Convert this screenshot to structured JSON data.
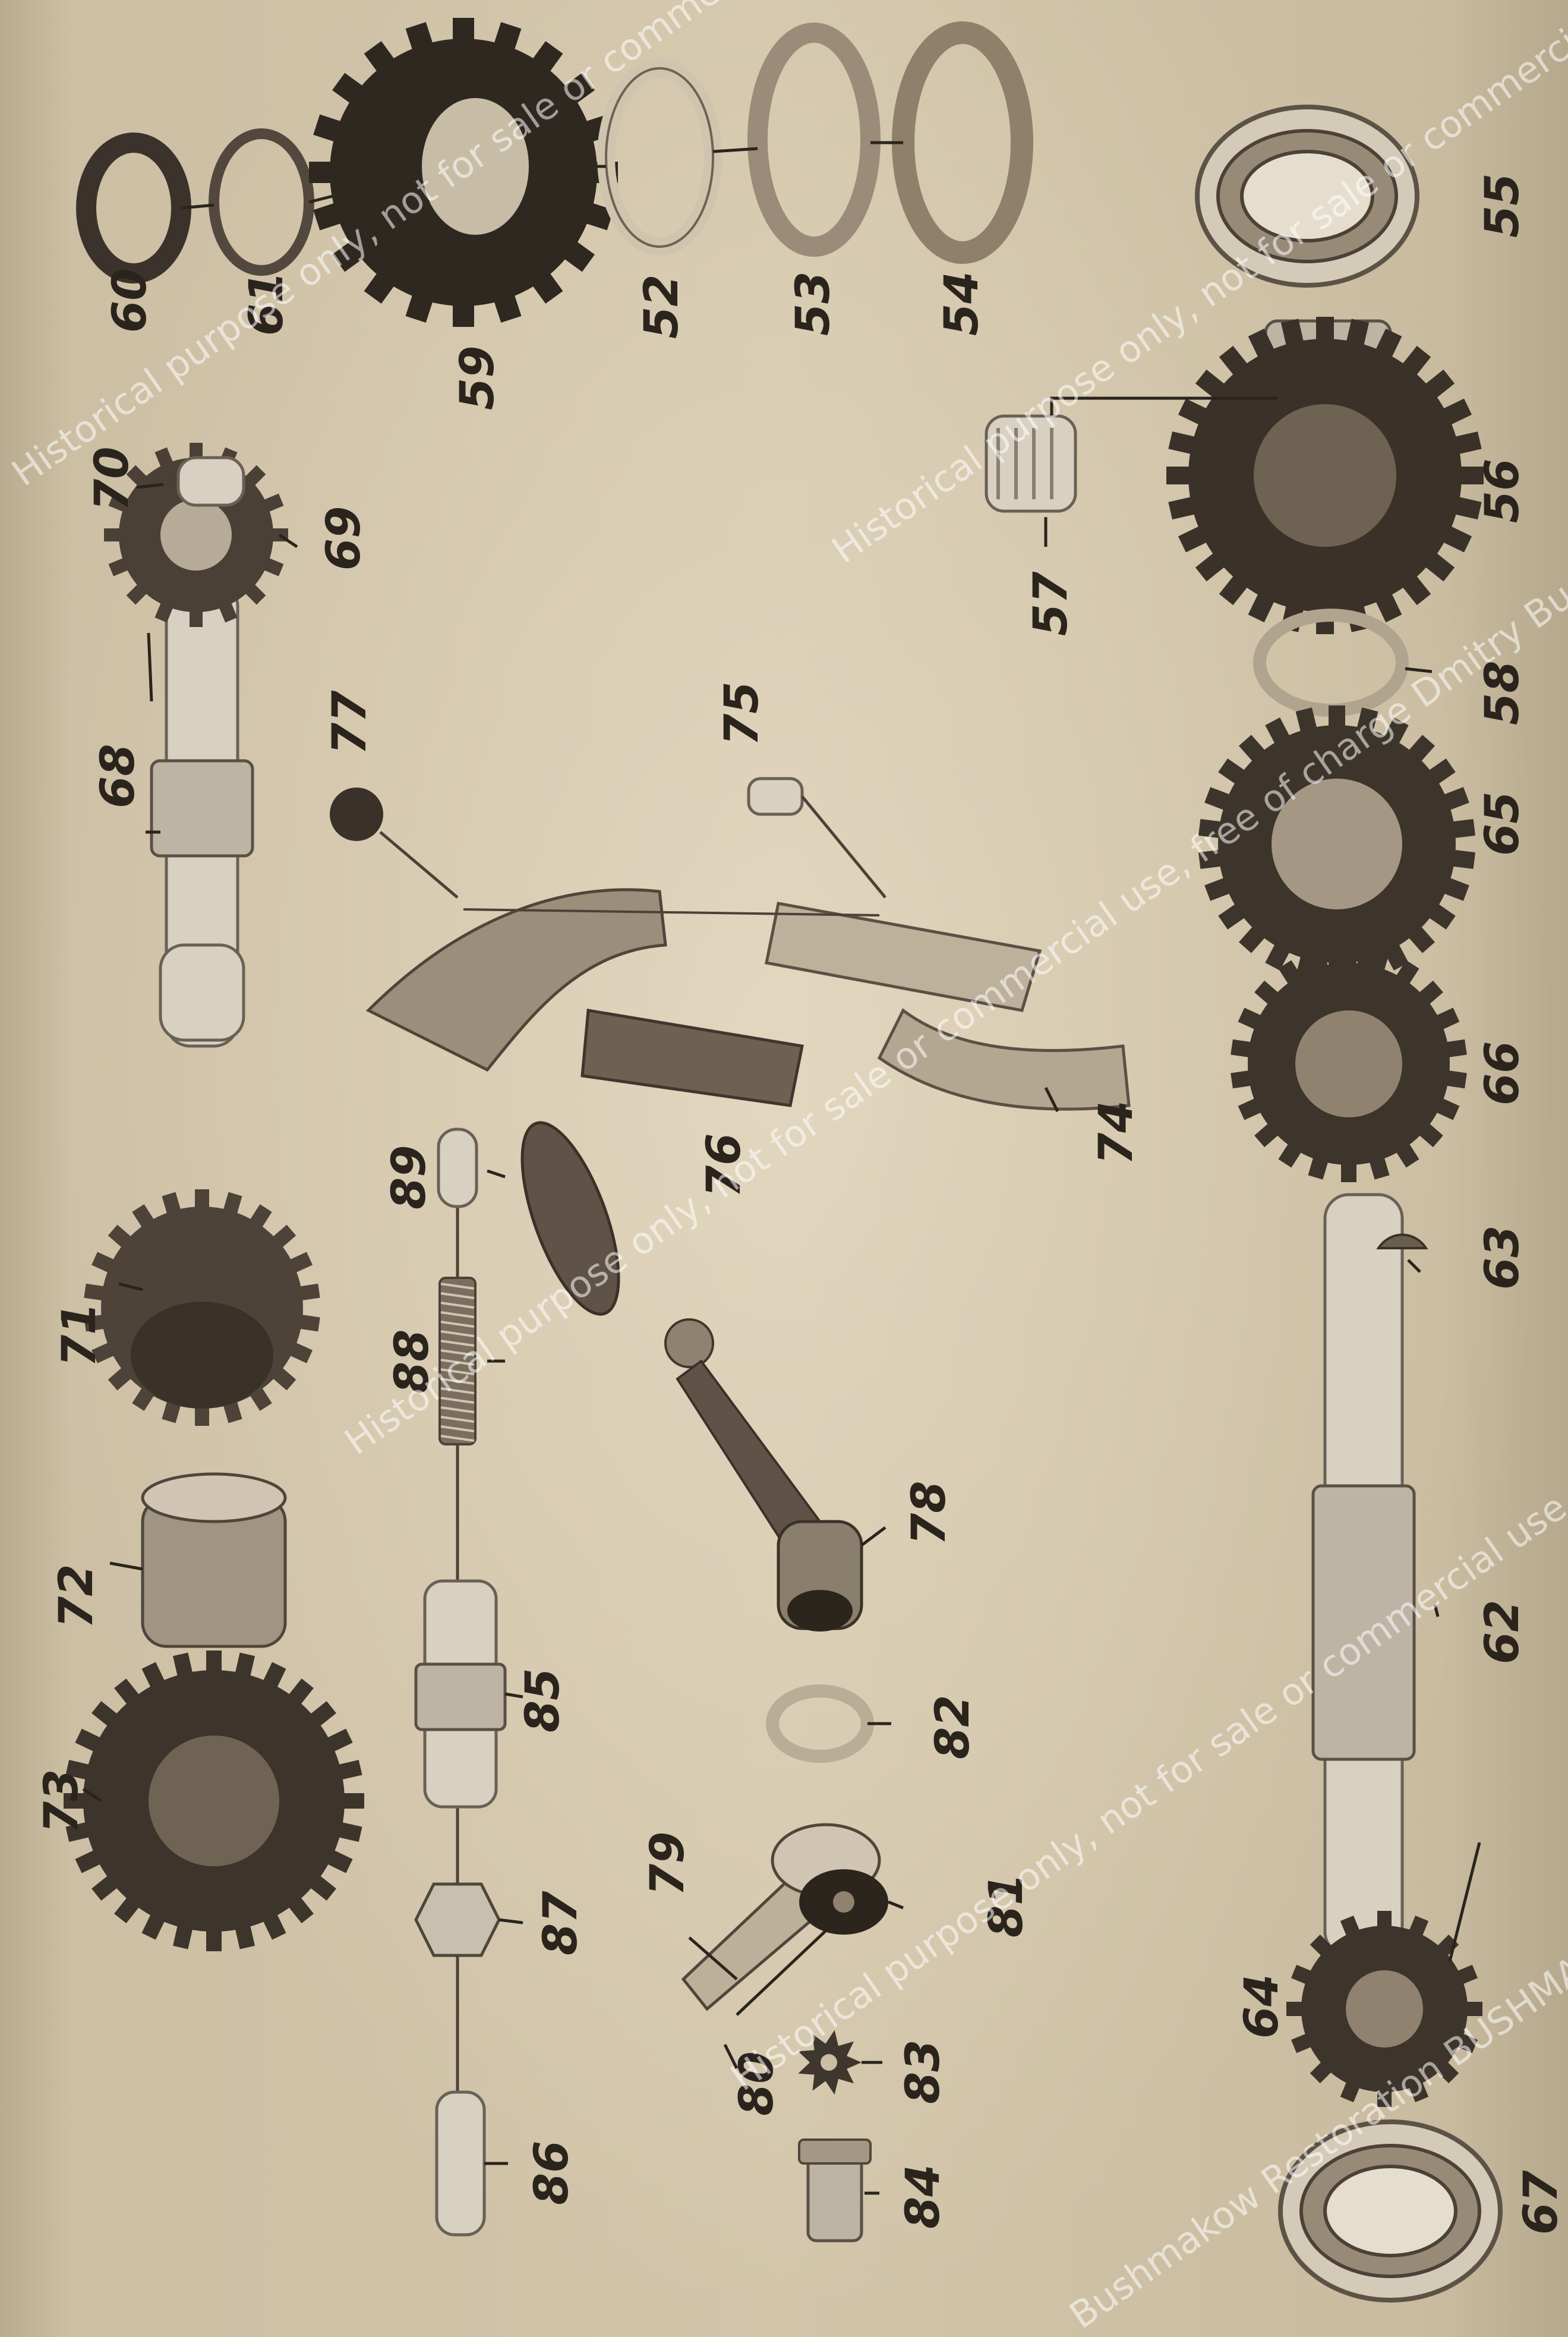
{
  "part_numbers": {
    "p52": "52",
    "p53": "53",
    "p54": "54",
    "p55": "55",
    "p56": "56",
    "p57": "57",
    "p58": "58",
    "p59": "59",
    "p60": "60",
    "p61": "61",
    "p62": "62",
    "p63": "63",
    "p64": "64",
    "p65": "65",
    "p66": "66",
    "p67": "67",
    "p68": "68",
    "p69": "69",
    "p70": "70",
    "p71": "71",
    "p72": "72",
    "p73": "73",
    "p74": "74",
    "p75": "75",
    "p76": "76",
    "p77": "77",
    "p78": "78",
    "p79": "79",
    "p80": "80",
    "p81": "81",
    "p82": "82",
    "p83": "83",
    "p84": "84",
    "p85": "85",
    "p86": "86",
    "p87": "87",
    "p88": "88",
    "p89": "89"
  },
  "watermark": {
    "line1": "Historical purpose only, not for sale or commercial use",
    "line2": "Historical purpose only, not for sale or commercial use, free of charge Dmitry Bushmakow Restoration BUSHMAKOW",
    "line3": "Historical purpose only, not for sale or commercial use",
    "line4": "Historical purpose only, not for sale or commercial use",
    "line5": "Bushmakow Restoration BUSHMAKOW"
  }
}
